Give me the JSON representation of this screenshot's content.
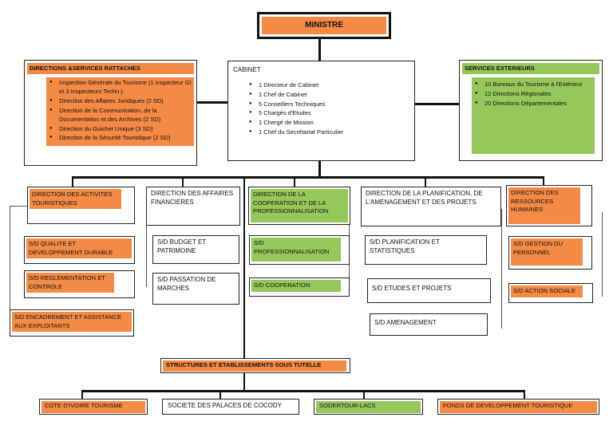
{
  "ministre": {
    "label": "MINISTRE"
  },
  "directions_rattaches": {
    "title": "DIRECTIONS &SERVICES RATTACHES",
    "items": [
      "Inspection Générale du Tourisme (1 Inspecteur GI et 3 Inspecteurs Techn.)",
      "Direction des Affaires Juridiques (2 SD)",
      "Direction de la Communication, de la Documentation et des Archives (2 SD)",
      "Direction du Guichet Unique (3 SD)",
      "Direction  de la Sécurité Touristique (2 SD)"
    ]
  },
  "cabinet": {
    "title": "CABINET",
    "items": [
      "1 Directeur de Cabinet",
      "1 Chef de Cabinet",
      "5 Conseillers Techniques",
      "5 Chargés d'Etudes",
      "1 Chergé de Mission",
      "1 Chef du Secrétariat Particulier"
    ]
  },
  "services_exterieurs": {
    "title": "SERVICES EXTERIEURS",
    "items": [
      "10 Bureaux du Tourisme à l'Extérieur",
      "12 Directions Régionales",
      "20 Directions Départementales"
    ]
  },
  "activites": {
    "title": "DIRECTION DES ACTIVITES TOURISTIQUES",
    "subs": [
      "S/D QUALITE ET DEVELOPPEMENT DURABLE",
      "S/D REGLEMENTATION ET CONTROLE",
      "S/D ENCADREMENT ET ASSISTANCE AUX EXPLOITANTS"
    ]
  },
  "financieres": {
    "title": "DIRECTION DES AFFAIRES FINANCIERES",
    "subs": [
      "S/D BUDGET ET PATRIMOINE",
      "S/D PASSATION DE MARCHES"
    ]
  },
  "cooperation": {
    "title": "DIRECTION DE LA COOPERATION ET DE LA PROFESSIONNALISATION",
    "subs": [
      "S/D PROFESSIONNALISATION",
      "S/D COOPERATION"
    ]
  },
  "planification": {
    "title": "DIRECTION DE LA PLANIFICATION, DE L'AMENAGEMENT ET DES PROJETS",
    "subs": [
      "S/D PLANIFICATION ET STATISTIQUES",
      "S/D ETUDES ET PROJETS",
      "S/D AMENAGEMENT"
    ]
  },
  "ressources": {
    "title": "DIRECTION DES RESSOURCES HUMAINES",
    "subs": [
      "S/D GESTION DU PERSONNEL",
      "S/D ACTION SOCIALE"
    ]
  },
  "tutelle": {
    "title": "STRUCTURES ET ETABLISSEMENTS SOUS TUTELLE",
    "items": [
      "COTE D'IVOIRE TOURISME",
      "SOCIETE DES PALACES DE COCODY",
      "SODERTOUR-LACS",
      "FONDS DE DEVELOPPEMENT TOURISTIQUE"
    ]
  }
}
